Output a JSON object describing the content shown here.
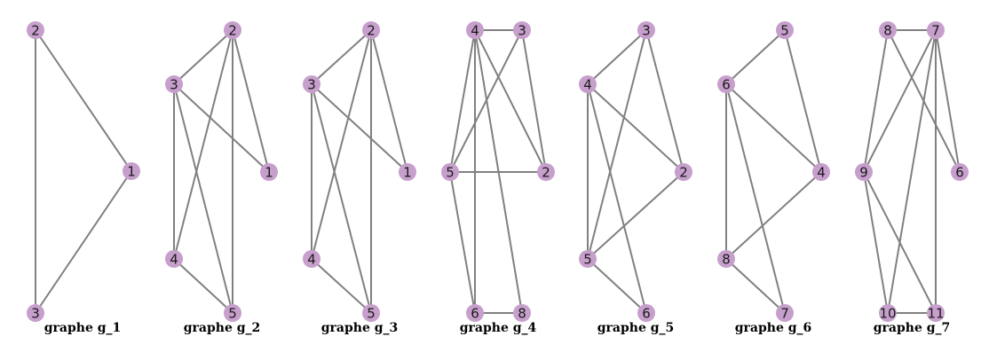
{
  "colors": {
    "node": "#c79fcc",
    "edge": "#808080",
    "background": "#ffffff"
  },
  "graphs": [
    {
      "caption": "graphe g_1",
      "nodes": [
        {
          "id": "2",
          "label": "2"
        },
        {
          "id": "1",
          "label": "1"
        },
        {
          "id": "3",
          "label": "3"
        }
      ],
      "edges": [
        [
          "2",
          "1"
        ],
        [
          "2",
          "3"
        ],
        [
          "3",
          "1"
        ]
      ]
    },
    {
      "caption": "graphe g_2",
      "nodes": [
        {
          "id": "2",
          "label": "2"
        },
        {
          "id": "3",
          "label": "3"
        },
        {
          "id": "1",
          "label": "1"
        },
        {
          "id": "4",
          "label": "4"
        },
        {
          "id": "5",
          "label": "5"
        }
      ],
      "edges": [
        [
          "2",
          "3"
        ],
        [
          "2",
          "1"
        ],
        [
          "2",
          "4"
        ],
        [
          "2",
          "5"
        ],
        [
          "3",
          "1"
        ],
        [
          "3",
          "4"
        ],
        [
          "3",
          "5"
        ],
        [
          "4",
          "5"
        ]
      ]
    },
    {
      "caption": "graphe g_3",
      "nodes": [
        {
          "id": "2",
          "label": "2"
        },
        {
          "id": "3",
          "label": "3"
        },
        {
          "id": "1",
          "label": "1"
        },
        {
          "id": "4",
          "label": "4"
        },
        {
          "id": "5",
          "label": "5"
        }
      ],
      "edges": [
        [
          "2",
          "3"
        ],
        [
          "2",
          "1"
        ],
        [
          "2",
          "4"
        ],
        [
          "2",
          "5"
        ],
        [
          "3",
          "1"
        ],
        [
          "3",
          "4"
        ],
        [
          "3",
          "5"
        ],
        [
          "4",
          "5"
        ]
      ]
    },
    {
      "caption": "graphe g_4",
      "nodes": [
        {
          "id": "4",
          "label": "4"
        },
        {
          "id": "3",
          "label": "3"
        },
        {
          "id": "5",
          "label": "5"
        },
        {
          "id": "2",
          "label": "2"
        },
        {
          "id": "6",
          "label": "6"
        },
        {
          "id": "8",
          "label": "8"
        }
      ],
      "edges": [
        [
          "4",
          "3"
        ],
        [
          "4",
          "5"
        ],
        [
          "4",
          "2"
        ],
        [
          "4",
          "6"
        ],
        [
          "4",
          "8"
        ],
        [
          "3",
          "5"
        ],
        [
          "3",
          "2"
        ],
        [
          "5",
          "2"
        ],
        [
          "5",
          "6"
        ],
        [
          "6",
          "8"
        ]
      ]
    },
    {
      "caption": "graphe g_5",
      "nodes": [
        {
          "id": "3",
          "label": "3"
        },
        {
          "id": "4",
          "label": "4"
        },
        {
          "id": "2",
          "label": "2"
        },
        {
          "id": "5",
          "label": "5"
        },
        {
          "id": "6",
          "label": "6"
        }
      ],
      "edges": [
        [
          "3",
          "4"
        ],
        [
          "3",
          "2"
        ],
        [
          "3",
          "5"
        ],
        [
          "4",
          "2"
        ],
        [
          "4",
          "5"
        ],
        [
          "4",
          "6"
        ],
        [
          "2",
          "5"
        ],
        [
          "5",
          "6"
        ]
      ]
    },
    {
      "caption": "graphe g_6",
      "nodes": [
        {
          "id": "5",
          "label": "5"
        },
        {
          "id": "6",
          "label": "6"
        },
        {
          "id": "4",
          "label": "4"
        },
        {
          "id": "8",
          "label": "8"
        },
        {
          "id": "7",
          "label": "7"
        }
      ],
      "edges": [
        [
          "5",
          "6"
        ],
        [
          "5",
          "4"
        ],
        [
          "6",
          "4"
        ],
        [
          "6",
          "8"
        ],
        [
          "6",
          "7"
        ],
        [
          "4",
          "8"
        ],
        [
          "8",
          "7"
        ]
      ]
    },
    {
      "caption": "graphe g_7",
      "nodes": [
        {
          "id": "8",
          "label": "8"
        },
        {
          "id": "7",
          "label": "7"
        },
        {
          "id": "9",
          "label": "9"
        },
        {
          "id": "6",
          "label": "6"
        },
        {
          "id": "10",
          "label": "10"
        },
        {
          "id": "11",
          "label": "11"
        }
      ],
      "edges": [
        [
          "8",
          "7"
        ],
        [
          "8",
          "9"
        ],
        [
          "8",
          "6"
        ],
        [
          "7",
          "9"
        ],
        [
          "7",
          "6"
        ],
        [
          "7",
          "10"
        ],
        [
          "7",
          "11"
        ],
        [
          "9",
          "10"
        ],
        [
          "9",
          "11"
        ],
        [
          "10",
          "11"
        ]
      ]
    }
  ]
}
